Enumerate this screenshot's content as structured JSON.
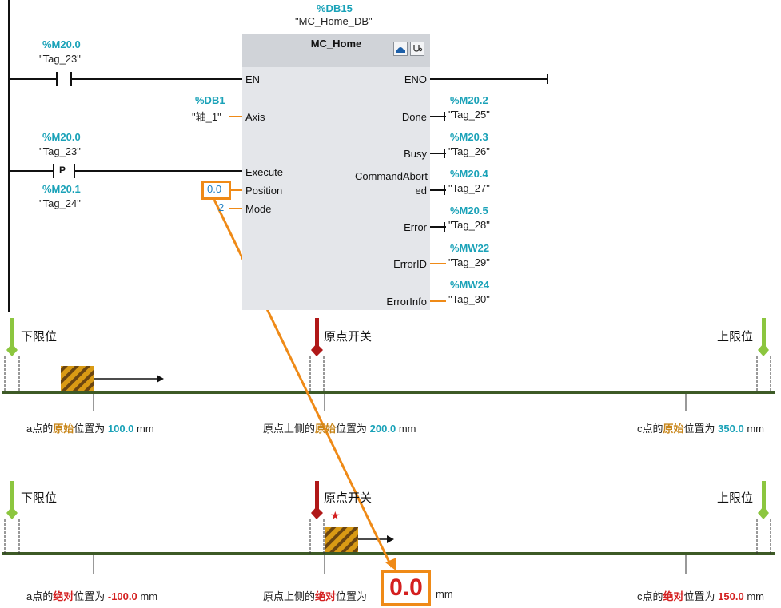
{
  "fb": {
    "db_addr": "%DB15",
    "db_name": "\"MC_Home_DB\"",
    "title": "MC_Home",
    "icons": [
      "network-icon",
      "stethoscope-icon"
    ],
    "inputs": [
      {
        "pin": "EN"
      },
      {
        "pin": "Axis",
        "addr": "%DB1",
        "tag": "\"轴_1\""
      },
      {
        "pin": "Execute"
      },
      {
        "pin": "Position",
        "value": "0.0"
      },
      {
        "pin": "Mode",
        "value": "2"
      }
    ],
    "outputs": [
      {
        "pin": "ENO"
      },
      {
        "pin": "Done",
        "addr": "%M20.2",
        "tag": "\"Tag_25\""
      },
      {
        "pin": "Busy",
        "addr": "%M20.3",
        "tag": "\"Tag_26\""
      },
      {
        "pin_line1": "CommandAbort",
        "pin_line2": "ed",
        "addr": "%M20.4",
        "tag": "\"Tag_27\""
      },
      {
        "pin": "Error",
        "addr": "%M20.5",
        "tag": "\"Tag_28\""
      },
      {
        "pin": "ErrorID",
        "addr": "%MW22",
        "tag": "\"Tag_29\""
      },
      {
        "pin": "ErrorInfo",
        "addr": "%MW24",
        "tag": "\"Tag_30\""
      }
    ]
  },
  "contacts": [
    {
      "addr": "%M20.0",
      "tag": "\"Tag_23\"",
      "type": "NO"
    },
    {
      "addr": "%M20.0",
      "tag": "\"Tag_23\"",
      "type": "P",
      "symbol": "P",
      "sub_addr": "%M20.1",
      "sub_tag": "\"Tag_24\""
    }
  ],
  "colors": {
    "address": "#1aa2b8",
    "connector": "#ef8a17",
    "rail": "#3d5a26",
    "home_flag": "#b01818",
    "limit_flag": "#8cc63f",
    "highlight_red": "#d42020"
  },
  "axis_top": {
    "left_limit": "下限位",
    "home_switch": "原点开关",
    "right_limit": "上限位",
    "captions": [
      {
        "pre": "a点的",
        "hl": "原始",
        "post": "位置为 ",
        "num": "100.0",
        "unit": " mm"
      },
      {
        "pre": "原点上侧的",
        "hl": "原始",
        "post": "位置为 ",
        "num": "200.0",
        "unit": " mm"
      },
      {
        "pre": "c点的",
        "hl": "原始",
        "post": "位置为 ",
        "num": "350.0",
        "unit": " mm"
      }
    ]
  },
  "axis_bottom": {
    "left_limit": "下限位",
    "home_switch": "原点开关",
    "right_limit": "上限位",
    "star": "★",
    "captions": [
      {
        "pre": "a点的",
        "hl": "绝对",
        "post": "位置为 ",
        "num": "-100.0",
        "unit": " mm"
      },
      {
        "pre": "原点上侧的",
        "hl": "绝对",
        "post": "位置为",
        "num": "",
        "unit": ""
      },
      {
        "pre": "c点的",
        "hl": "绝对",
        "post": "位置为 ",
        "num": "150.0",
        "unit": " mm"
      }
    ],
    "big_value": "0.0",
    "big_unit": "mm"
  }
}
